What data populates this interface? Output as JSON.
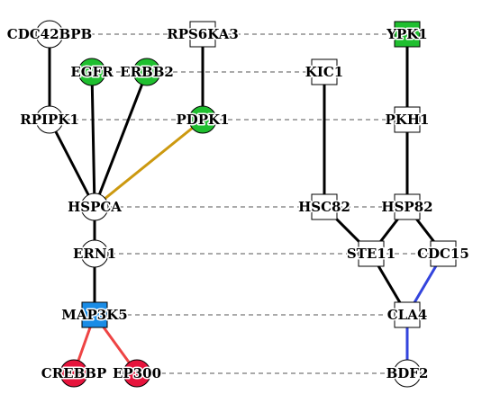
{
  "colors": {
    "white": "#ffffff",
    "green": "#1fbf2f",
    "blue": "#1a8ce6",
    "red": "#e6143c",
    "black": "#000000",
    "gold": "#cc9910",
    "edge_blue": "#3344dd",
    "edge_red": "#ee4444",
    "dashed": "#555555"
  },
  "nodes": [
    {
      "id": "CDC42BPB",
      "label": "CDC42BPB",
      "shape": "circle",
      "fill": "white"
    },
    {
      "id": "RPS6KA3",
      "label": "RPS6KA3",
      "shape": "square",
      "fill": "white"
    },
    {
      "id": "YPK1",
      "label": "YPK1",
      "shape": "square",
      "fill": "green"
    },
    {
      "id": "EGFR",
      "label": "EGFR",
      "shape": "circle",
      "fill": "green"
    },
    {
      "id": "ERBB2",
      "label": "ERBB2",
      "shape": "circle",
      "fill": "green"
    },
    {
      "id": "KIC1",
      "label": "KIC1",
      "shape": "square",
      "fill": "white"
    },
    {
      "id": "RPIPK1",
      "label": "RPIPK1",
      "shape": "circle",
      "fill": "white"
    },
    {
      "id": "PDPK1",
      "label": "PDPK1",
      "shape": "circle",
      "fill": "green"
    },
    {
      "id": "PKH1",
      "label": "PKH1",
      "shape": "square",
      "fill": "white"
    },
    {
      "id": "HSPCA",
      "label": "HSPCA",
      "shape": "circle",
      "fill": "white"
    },
    {
      "id": "HSC82",
      "label": "HSC82",
      "shape": "square",
      "fill": "white"
    },
    {
      "id": "HSP82",
      "label": "HSP82",
      "shape": "square",
      "fill": "white"
    },
    {
      "id": "ERN1",
      "label": "ERN1",
      "shape": "circle",
      "fill": "white"
    },
    {
      "id": "STE11",
      "label": "STE11",
      "shape": "square",
      "fill": "white"
    },
    {
      "id": "CDC15",
      "label": "CDC15",
      "shape": "square",
      "fill": "white"
    },
    {
      "id": "MAP3K5",
      "label": "MAP3K5",
      "shape": "square",
      "fill": "blue"
    },
    {
      "id": "CLA4",
      "label": "CLA4",
      "shape": "square",
      "fill": "white"
    },
    {
      "id": "CREBBP",
      "label": "CREBBP",
      "shape": "circle",
      "fill": "red"
    },
    {
      "id": "EP300",
      "label": "EP300",
      "shape": "circle",
      "fill": "red"
    },
    {
      "id": "BDF2",
      "label": "BDF2",
      "shape": "circle",
      "fill": "white"
    }
  ],
  "edges": [
    {
      "from": "CDC42BPB",
      "to": "YPK1",
      "style": "dashed",
      "color": "dashed"
    },
    {
      "from": "EGFR",
      "to": "KIC1",
      "style": "dashed",
      "color": "dashed"
    },
    {
      "from": "RPIPK1",
      "to": "PKH1",
      "style": "dashed",
      "color": "dashed"
    },
    {
      "from": "HSPCA",
      "to": "HSP82",
      "style": "dashed",
      "color": "dashed"
    },
    {
      "from": "ERN1",
      "to": "CDC15",
      "style": "dashed",
      "color": "dashed"
    },
    {
      "from": "MAP3K5",
      "to": "CLA4",
      "style": "dashed",
      "color": "dashed"
    },
    {
      "from": "EP300",
      "to": "BDF2",
      "style": "dashed",
      "color": "dashed"
    },
    {
      "from": "CDC42BPB",
      "to": "RPIPK1",
      "style": "solid",
      "color": "black"
    },
    {
      "from": "RPIPK1",
      "to": "HSPCA",
      "style": "solid",
      "color": "black"
    },
    {
      "from": "EGFR",
      "to": "HSPCA",
      "style": "solid",
      "color": "black"
    },
    {
      "from": "ERBB2",
      "to": "HSPCA",
      "style": "solid",
      "color": "black"
    },
    {
      "from": "RPS6KA3",
      "to": "PDPK1",
      "style": "solid",
      "color": "black"
    },
    {
      "from": "PDPK1",
      "to": "HSPCA",
      "style": "solid",
      "color": "gold"
    },
    {
      "from": "HSPCA",
      "to": "ERN1",
      "style": "solid",
      "color": "black"
    },
    {
      "from": "ERN1",
      "to": "MAP3K5",
      "style": "solid",
      "color": "black"
    },
    {
      "from": "MAP3K5",
      "to": "CREBBP",
      "style": "solid",
      "color": "edge_red"
    },
    {
      "from": "MAP3K5",
      "to": "EP300",
      "style": "solid",
      "color": "edge_red"
    },
    {
      "from": "YPK1",
      "to": "PKH1",
      "style": "solid",
      "color": "black"
    },
    {
      "from": "PKH1",
      "to": "HSP82",
      "style": "solid",
      "color": "black"
    },
    {
      "from": "KIC1",
      "to": "HSC82",
      "style": "solid",
      "color": "black"
    },
    {
      "from": "HSC82",
      "to": "STE11",
      "style": "solid",
      "color": "black"
    },
    {
      "from": "HSP82",
      "to": "STE11",
      "style": "solid",
      "color": "black"
    },
    {
      "from": "HSP82",
      "to": "CDC15",
      "style": "solid",
      "color": "black"
    },
    {
      "from": "STE11",
      "to": "CLA4",
      "style": "solid",
      "color": "black"
    },
    {
      "from": "CDC15",
      "to": "CLA4",
      "style": "solid",
      "color": "edge_blue"
    },
    {
      "from": "CLA4",
      "to": "BDF2",
      "style": "solid",
      "color": "edge_blue"
    }
  ]
}
